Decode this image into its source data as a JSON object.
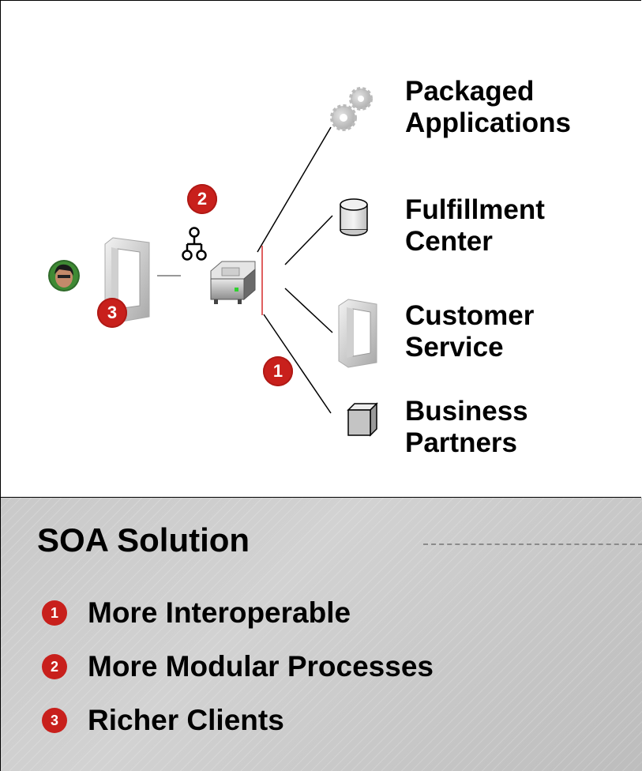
{
  "diagram": {
    "targets": [
      {
        "id": "packaged",
        "label": "Packaged\nApplications",
        "icon": "gears-icon"
      },
      {
        "id": "fulfillment",
        "label": "Fulfillment\nCenter",
        "icon": "database-cylinder-icon"
      },
      {
        "id": "customer",
        "label": "Customer\nService",
        "icon": "window-frame-icon"
      },
      {
        "id": "partners",
        "label": "Business\nPartners",
        "icon": "cube-icon"
      }
    ],
    "badges": {
      "one": "1",
      "two": "2",
      "three": "3"
    },
    "client_icons": [
      "user-avatar-icon",
      "window-frame-icon",
      "process-tree-icon",
      "server-icon"
    ],
    "colors": {
      "badge_red": "#c8201c",
      "divider_red": "#e06060"
    }
  },
  "solution": {
    "title": "SOA Solution",
    "items": [
      {
        "number": "1",
        "text": "More Interoperable"
      },
      {
        "number": "2",
        "text": "More Modular Processes"
      },
      {
        "number": "3",
        "text": "Richer Clients"
      }
    ]
  }
}
